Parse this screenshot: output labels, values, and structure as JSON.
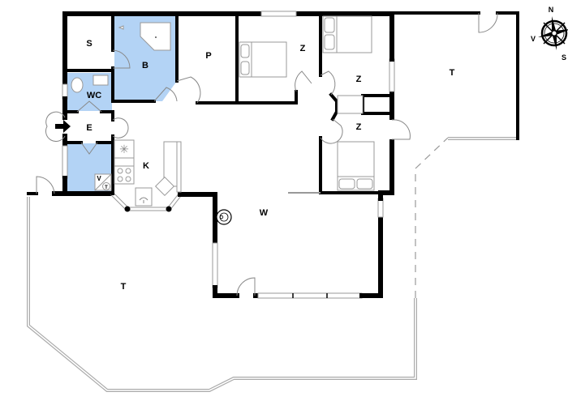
{
  "plan": {
    "colors": {
      "wet_room": "#b3d3f5",
      "wall": "#000000",
      "terrace_line": "#aaaaaa",
      "background": "#ffffff"
    },
    "rooms": {
      "storage": "S",
      "bathroom": "B",
      "utility_p": "P",
      "bedroom_1": "Z",
      "bedroom_2": "Z",
      "bedroom_3": "Z",
      "wc": "WC",
      "entrance": "E",
      "kitchen": "K",
      "living": "W",
      "terrace_north": "T",
      "terrace_south": "T"
    },
    "kitchen_appliance_labels": {
      "washer": "V",
      "dryer": "T"
    },
    "compass": {
      "north": "N",
      "west": "V",
      "south": "S"
    }
  }
}
